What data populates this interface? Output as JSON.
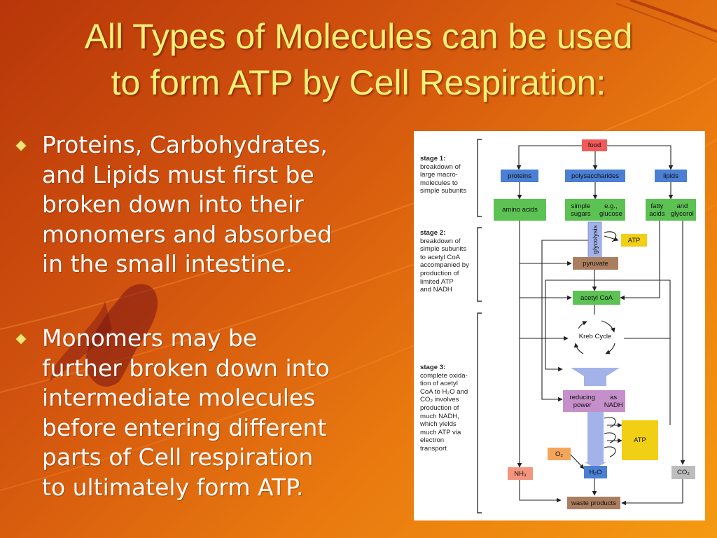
{
  "slide": {
    "title_lines": [
      "All Types of Molecules can be used",
      "to form ATP by Cell Respiration:"
    ],
    "bullets": [
      {
        "lines": [
          "Proteins, Carbohydrates,",
          "and Lipids must first be",
          "broken down into their",
          "monomers and absorbed",
          "in the small intestine."
        ]
      },
      {
        "lines": [
          "Monomers may be",
          "further broken down into",
          "intermediate molecules",
          "before entering different",
          "parts of Cell respiration",
          "to ultimately form ATP."
        ]
      }
    ],
    "colors": {
      "title": "#f7f078",
      "text": "#ffffff",
      "background_dark": "#b8360a",
      "background_light": "#f59a12"
    }
  },
  "diagram": {
    "stages": [
      {
        "heading": "stage 1:",
        "lines": [
          "breakdown of",
          "large macro-",
          "molecules to",
          "simple subunits"
        ]
      },
      {
        "heading": "stage 2:",
        "lines": [
          "breakdown of",
          "simple subunits",
          "to acetyl CoA",
          "accompanied by",
          "production of",
          "limited ATP",
          "and NADH"
        ]
      },
      {
        "heading": "stage 3:",
        "lines": [
          "complete oxida-",
          "tion of acetyl",
          "CoA to H₂O and",
          "CO₂ involves",
          "production of",
          "much NADH,",
          "which yields",
          "much ATP via",
          "electron",
          "transport"
        ]
      }
    ],
    "boxes": {
      "food": "food",
      "proteins": "proteins",
      "polysaccharides": "polysaccharides",
      "lipids": "lipids",
      "amino_acids": "amino acids",
      "simple_sugars": [
        "simple sugars",
        "e.g., glucose"
      ],
      "fatty_acids": [
        "fatty acids",
        "and glycerol"
      ],
      "atp_small": "ATP",
      "pyruvate": "pyruvate",
      "acetyl_coa": "acetyl CoA",
      "reducing_power": [
        "reducing power",
        "as NADH"
      ],
      "atp_large": "ATP",
      "o2": "O₂",
      "h2o": "H₂O",
      "nh3": "NH₃",
      "co2": "CO₂",
      "waste": "waste products"
    },
    "labels": {
      "glycolysis": "glycolysis",
      "krebs": "Kreb Cycle"
    },
    "colors": {
      "food": "#f25a5a",
      "blue": "#4a7fd4",
      "green": "#5cc253",
      "yellow": "#f0cf14",
      "brown": "#ab7e60",
      "mauve": "#c58fc9",
      "orange": "#f3a55a",
      "salmon": "#f49580",
      "gray": "#bdbdbd",
      "arrow_fill": "#a3b3ea"
    }
  }
}
